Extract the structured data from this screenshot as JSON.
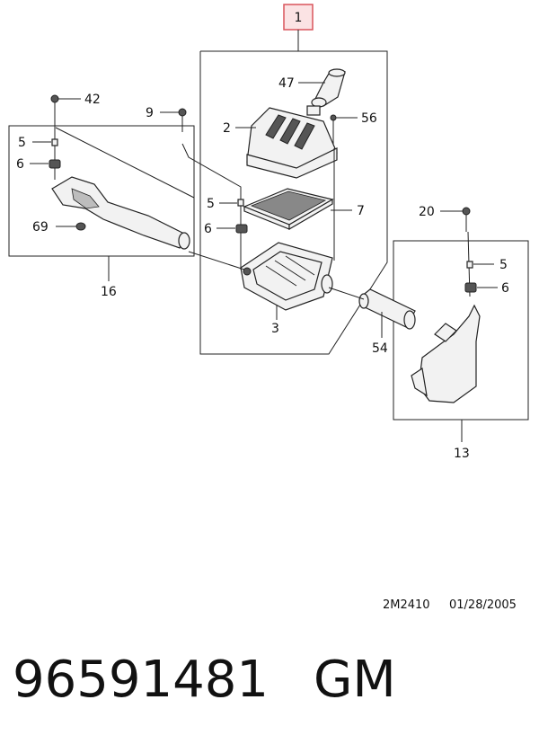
{
  "diagram": {
    "callouts": {
      "c1": "1",
      "c2": "2",
      "c3": "3",
      "c5a": "5",
      "c5b": "5",
      "c5c": "5",
      "c6a": "6",
      "c6b": "6",
      "c6c": "6",
      "c7": "7",
      "c9": "9",
      "c13": "13",
      "c16": "16",
      "c20": "20",
      "c42": "42",
      "c47": "47",
      "c54": "54",
      "c56": "56",
      "c69": "69"
    },
    "drawing_ref": "2M2410",
    "drawing_date": "01/28/2005",
    "accent_box_color": "#d9555c",
    "accent_box_fill": "#fbe3e4"
  },
  "footer": {
    "part_number": "96591481",
    "brand": "GM"
  }
}
